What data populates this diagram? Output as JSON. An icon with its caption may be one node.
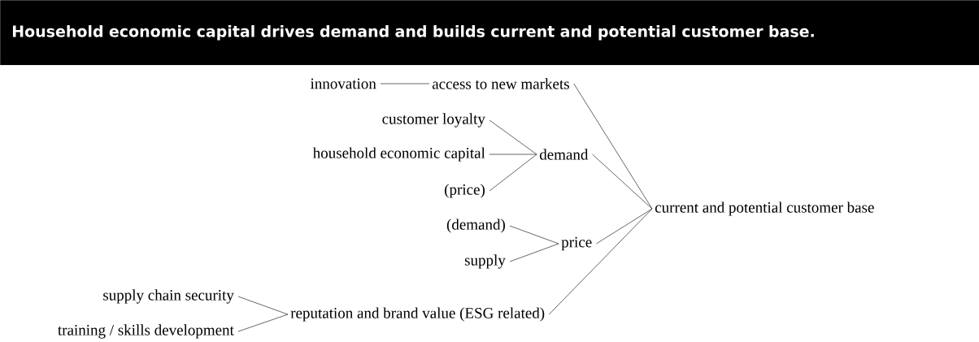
{
  "diagram": {
    "title": "Household economic capital drives demand and builds current and potential customer base.",
    "nodes": [
      {
        "text": [
          "innovation"
        ]
      },
      {
        "text": [
          "access to new markets"
        ]
      },
      {
        "text": [
          "customer loyalty"
        ]
      },
      {
        "text": [
          "household economic capital"
        ]
      },
      {
        "text": [
          "(price)"
        ]
      },
      {
        "text": [
          "demand"
        ]
      },
      {
        "text": [
          "(demand)"
        ]
      },
      {
        "text": [
          "supply"
        ]
      },
      {
        "text": [
          "price"
        ]
      },
      {
        "text": [
          "supply chain security"
        ]
      },
      {
        "text": [
          "training / skills development"
        ]
      },
      {
        "text": [
          "reputation and brand value (ESG related)"
        ]
      },
      {
        "text": [
          "current and potential customer base"
        ]
      }
    ],
    "edges": [
      {
        "from": 0,
        "to": 1,
        "arrow": "none"
      },
      {
        "from": 2,
        "to": 5,
        "arrow": "none"
      },
      {
        "from": 3,
        "to": 5,
        "arrow": "none"
      },
      {
        "from": 4,
        "to": 5,
        "arrow": "none"
      },
      {
        "from": 6,
        "to": 8,
        "arrow": "none"
      },
      {
        "from": 7,
        "to": 8,
        "arrow": "none"
      },
      {
        "from": 9,
        "to": 11,
        "arrow": "none"
      },
      {
        "from": 10,
        "to": 11,
        "arrow": "none"
      },
      {
        "from": 1,
        "to": 12,
        "arrow": "none"
      },
      {
        "from": 5,
        "to": 12,
        "arrow": "none"
      },
      {
        "from": 8,
        "to": 12,
        "arrow": "none"
      },
      {
        "from": 11,
        "to": 12,
        "arrow": "none"
      }
    ]
  }
}
